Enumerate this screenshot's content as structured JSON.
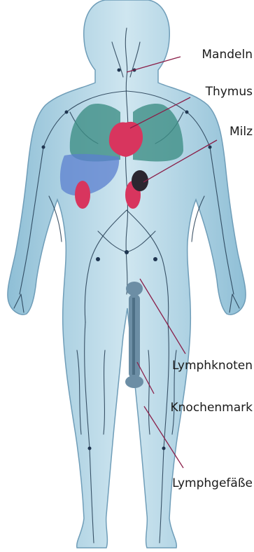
{
  "labels": {
    "tonsils": "Mandeln",
    "thymus": "Thymus",
    "spleen": "Milz",
    "lymph_nodes": "Lymphknoten",
    "bone_marrow": "Knochenmark",
    "lymph_vessels": "Lymphgefäße"
  },
  "colors": {
    "body_fill": "#a9cfe0",
    "body_outline": "#6f9db8",
    "vessels": "#20384f",
    "lungs": "#3f8f86",
    "liver": "#5b7fcf",
    "thymus": "#d8355e",
    "kidneys": "#d8355e",
    "spleen": "#2b2630",
    "bone": "#6c8ea5",
    "leader_lines": "#8a1f49"
  }
}
